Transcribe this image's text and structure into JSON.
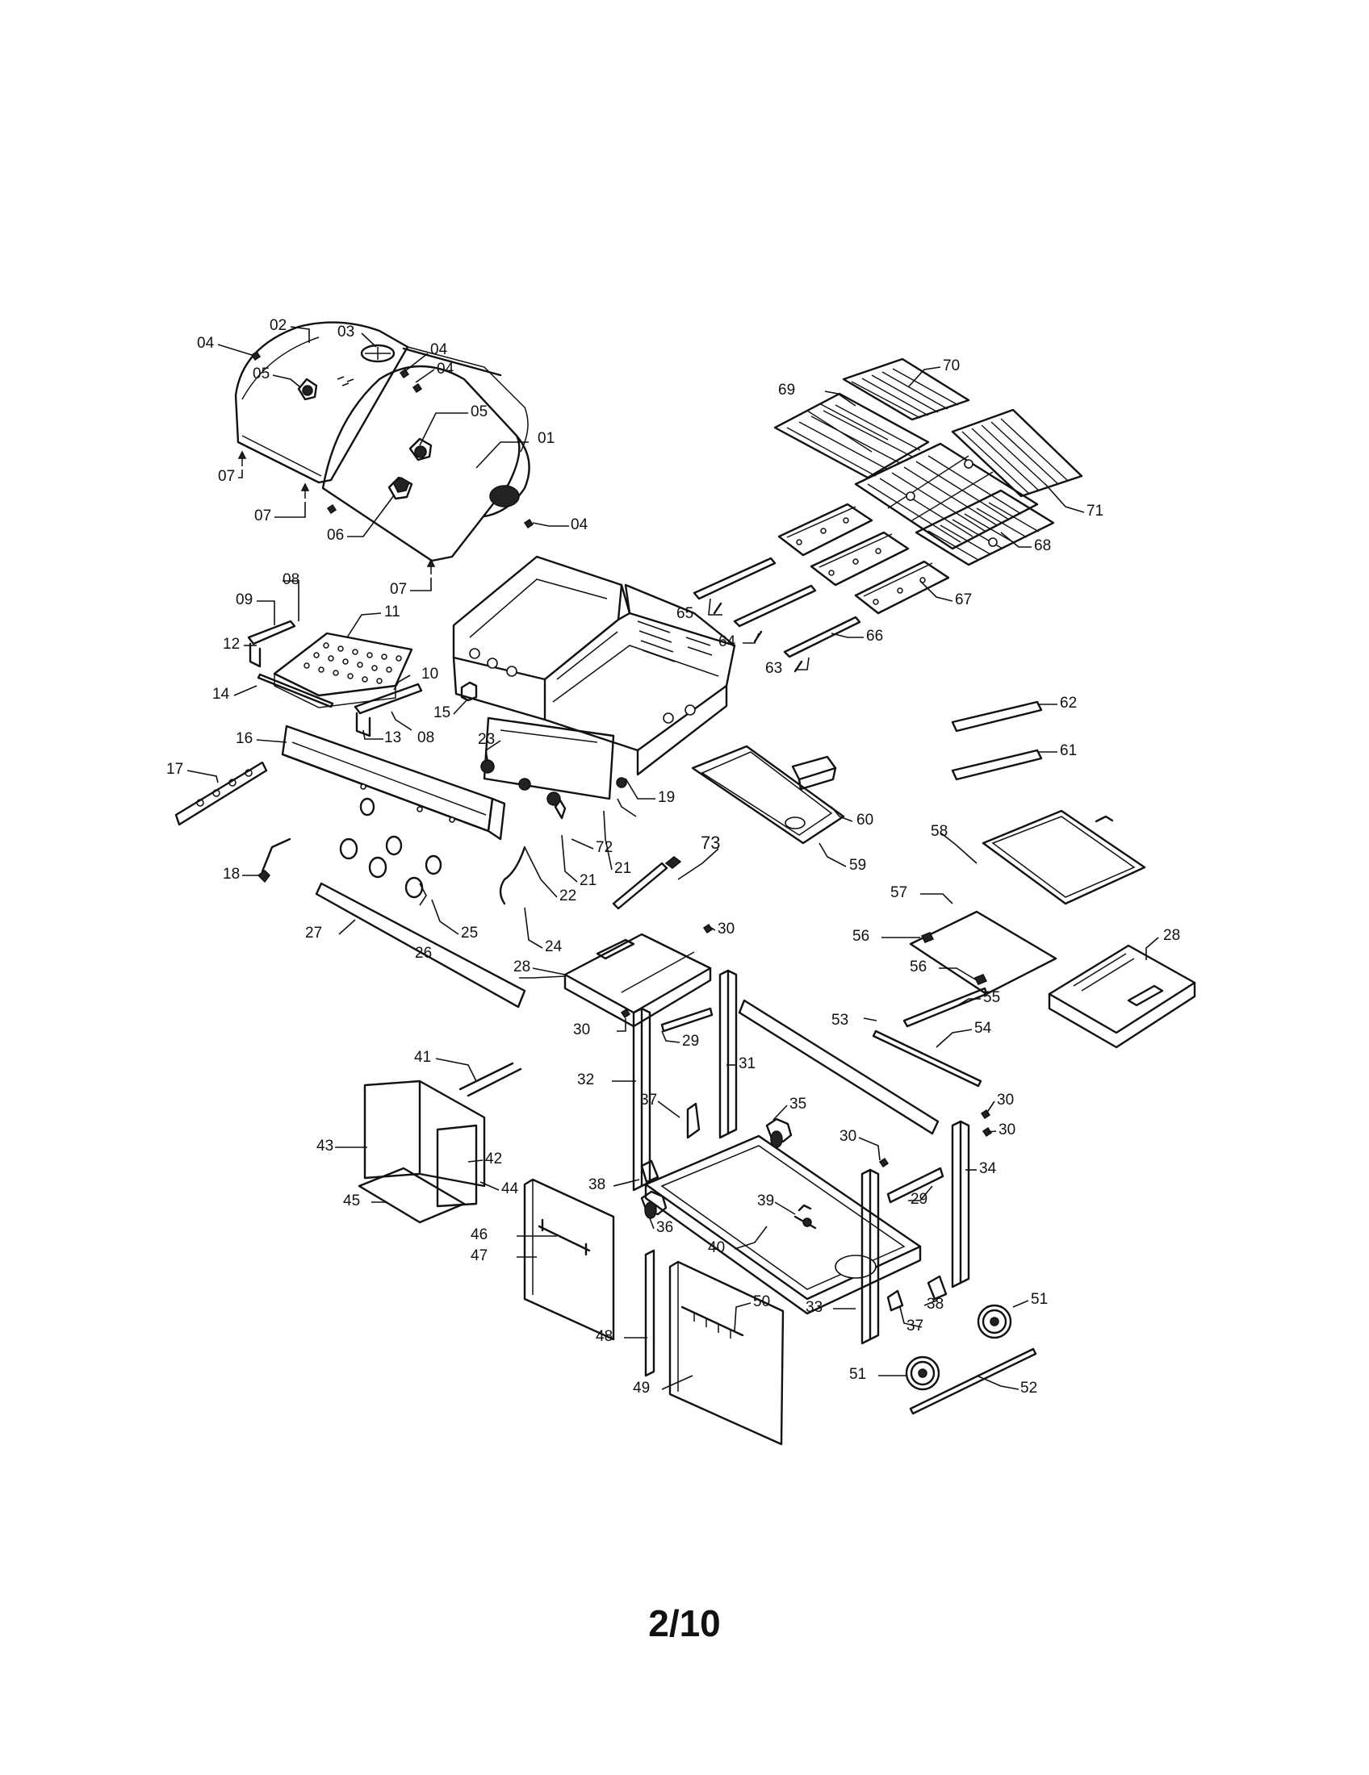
{
  "page": {
    "number": "2/10"
  },
  "parts": {
    "p01": "01",
    "p02": "02",
    "p03": "03",
    "p04a": "04",
    "p04b": "04",
    "p04c": "04",
    "p04d": "04",
    "p05a": "05",
    "p05b": "05",
    "p06": "06",
    "p07a": "07",
    "p07b": "07",
    "p07c": "07",
    "p08a": "08",
    "p08b": "08",
    "p09": "09",
    "p10": "10",
    "p11": "11",
    "p12": "12",
    "p13": "13",
    "p14": "14",
    "p15": "15",
    "p16": "16",
    "p17": "17",
    "p18": "18",
    "p19": "19",
    "p21a": "21",
    "p21b": "21",
    "p22": "22",
    "p23": "23",
    "p24": "24",
    "p25": "25",
    "p26": "26",
    "p27": "27",
    "p28a": "28",
    "p28b": "28",
    "p29a": "29",
    "p29b": "29",
    "p30a": "30",
    "p30b": "30",
    "p30c": "30",
    "p30d": "30",
    "p30e": "30",
    "p31": "31",
    "p32": "32",
    "p33": "33",
    "p34": "34",
    "p35": "35",
    "p36": "36",
    "p37a": "37",
    "p37b": "37",
    "p38a": "38",
    "p38b": "38",
    "p39": "39",
    "p40": "40",
    "p41": "41",
    "p42": "42",
    "p43": "43",
    "p44": "44",
    "p45": "45",
    "p46": "46",
    "p47": "47",
    "p48": "48",
    "p49": "49",
    "p50": "50",
    "p51a": "51",
    "p51b": "51",
    "p52": "52",
    "p53": "53",
    "p54": "54",
    "p55": "55",
    "p56a": "56",
    "p56b": "56",
    "p57": "57",
    "p58": "58",
    "p59": "59",
    "p60": "60",
    "p61": "61",
    "p62": "62",
    "p63": "63",
    "p64": "64",
    "p65": "65",
    "p66": "66",
    "p67": "67",
    "p68": "68",
    "p69": "69",
    "p70": "70",
    "p71": "71",
    "p72": "72",
    "p73": "73"
  }
}
